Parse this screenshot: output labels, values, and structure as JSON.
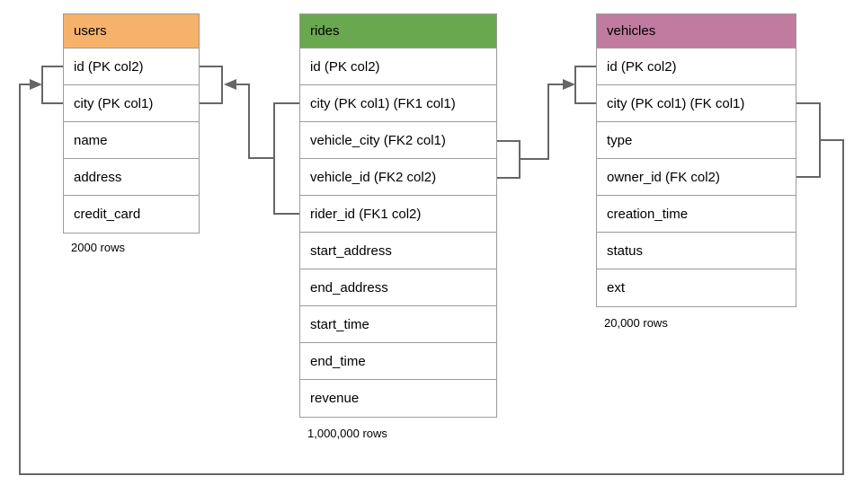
{
  "diagram": {
    "line_color": "#666666",
    "border_color": "#9b9b9b",
    "tables": [
      {
        "name": "users",
        "header_color": "#F6B26B",
        "rows": [
          "id (PK col2)",
          "city (PK col1)",
          "name",
          "address",
          "credit_card"
        ],
        "row_count_label": "2000 rows"
      },
      {
        "name": "rides",
        "header_color": "#6AA84F",
        "rows": [
          "id (PK col2)",
          "city (PK col1) (FK1 col1)",
          "vehicle_city (FK2 col1)",
          "vehicle_id (FK2 col2)",
          "rider_id (FK1 col2)",
          "start_address",
          "end_address",
          "start_time",
          "end_time",
          "revenue"
        ],
        "row_count_label": "1,000,000 rows"
      },
      {
        "name": "vehicles",
        "header_color": "#C27BA0",
        "rows": [
          "id (PK col2)",
          "city (PK col1) (FK col1)",
          "type",
          "owner_id (FK col2)",
          "creation_time",
          "status",
          "ext"
        ],
        "row_count_label": "20,000 rows"
      }
    ],
    "relationships": [
      {
        "from_table": "rides",
        "from_columns": [
          "city (PK col1) (FK1 col1)",
          "rider_id (FK1 col2)"
        ],
        "to_table": "users",
        "to_columns": [
          "city (PK col1)",
          "id (PK col2)"
        ],
        "arrow_points_to": "users"
      },
      {
        "from_table": "rides",
        "from_columns": [
          "vehicle_city (FK2 col1)",
          "vehicle_id (FK2 col2)"
        ],
        "to_table": "vehicles",
        "to_columns": [
          "city (PK col1) (FK col1)",
          "id (PK col2)"
        ],
        "arrow_points_to": "vehicles"
      },
      {
        "from_table": "vehicles",
        "from_columns": [
          "city (PK col1) (FK col1)",
          "owner_id (FK col2)"
        ],
        "to_table": "users",
        "to_columns": [
          "city (PK col1)",
          "id (PK col2)"
        ],
        "arrow_points_to": "users"
      }
    ]
  }
}
